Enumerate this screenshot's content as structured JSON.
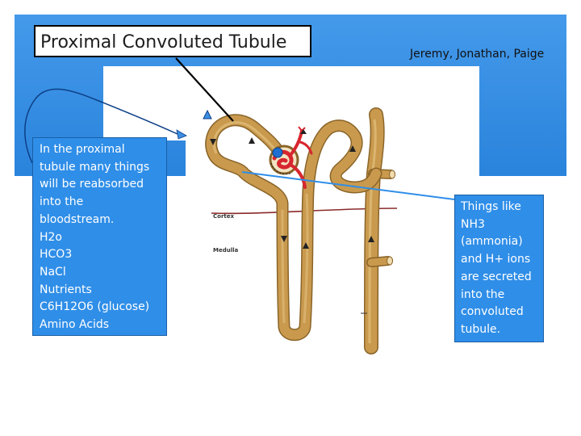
{
  "slide": {
    "title": "Proximal Convoluted Tubule",
    "authors": "Jeremy, Jonathan, Paige"
  },
  "left_callout": {
    "lines": [
      "In the proximal",
      "tubule many things",
      "will be reabsorbed",
      "into the",
      "bloodstream.",
      "H2o",
      "HCO3",
      "NaCl",
      "Nutrients",
      "C6H12O6 (glucose)",
      "Amino Acids"
    ]
  },
  "right_callout": {
    "lines": [
      "Things like",
      "NH3",
      "(ammonia)",
      "and H+ ions",
      "are secreted",
      "into the",
      "convoluted",
      "tubule."
    ]
  },
  "diagram": {
    "labels": {
      "cortex": "Cortex",
      "medulla": "Medulla"
    }
  },
  "colors": {
    "accent_blue": "#2f8ee8",
    "tubule": "#c99a4e",
    "tubule_outline": "#8a6428",
    "blood_red": "#d7262e",
    "boundary": "#8b2a2a"
  }
}
